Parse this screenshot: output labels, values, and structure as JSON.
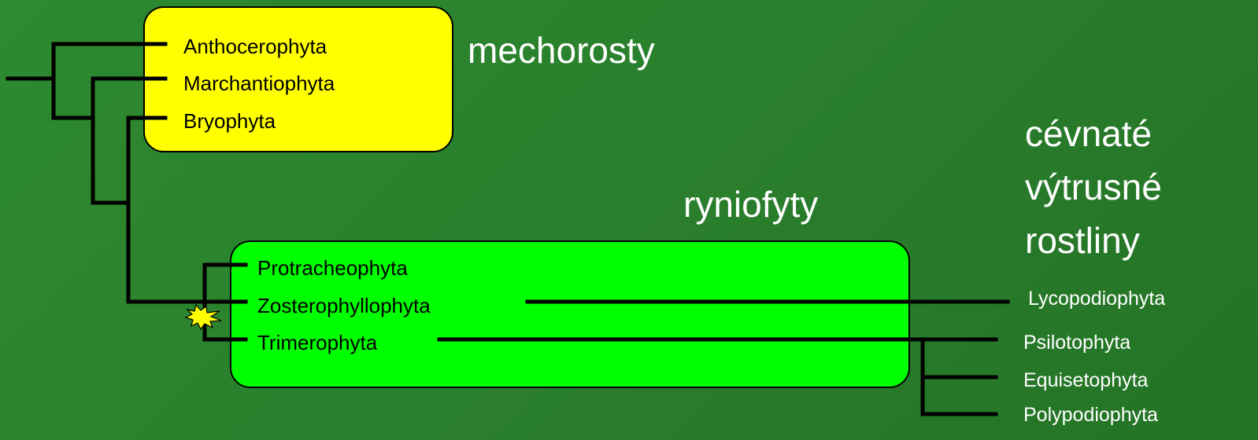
{
  "colors": {
    "background": "#2a7f2c",
    "moss_box": "#ffff00",
    "rynio_box": "#00ff00",
    "line": "#000000",
    "group_text": "#ffffff",
    "star_fill": "#ffff00"
  },
  "groups": {
    "mosses": "mechorosty",
    "rhyniophytes": "ryniofyty",
    "vascular": [
      "cévnaté",
      "výtrusné",
      "rostliny"
    ]
  },
  "taxa": {
    "anthocerophyta": "Anthocerophyta",
    "marchantiophyta": "Marchantiophyta",
    "bryophyta": "Bryophyta",
    "protracheophyta": "Protracheophyta",
    "zosterophyllophyta": "Zosterophyllophyta",
    "trimerophyta": "Trimerophyta",
    "lycopodiophyta": "Lycopodiophyta",
    "psilotophyta": "Psilotophyta",
    "equisetophyta": "Equisetophyta",
    "polypodiophyta": "Polypodiophyta"
  },
  "markers": {
    "star_icon": "star-burst-icon"
  }
}
